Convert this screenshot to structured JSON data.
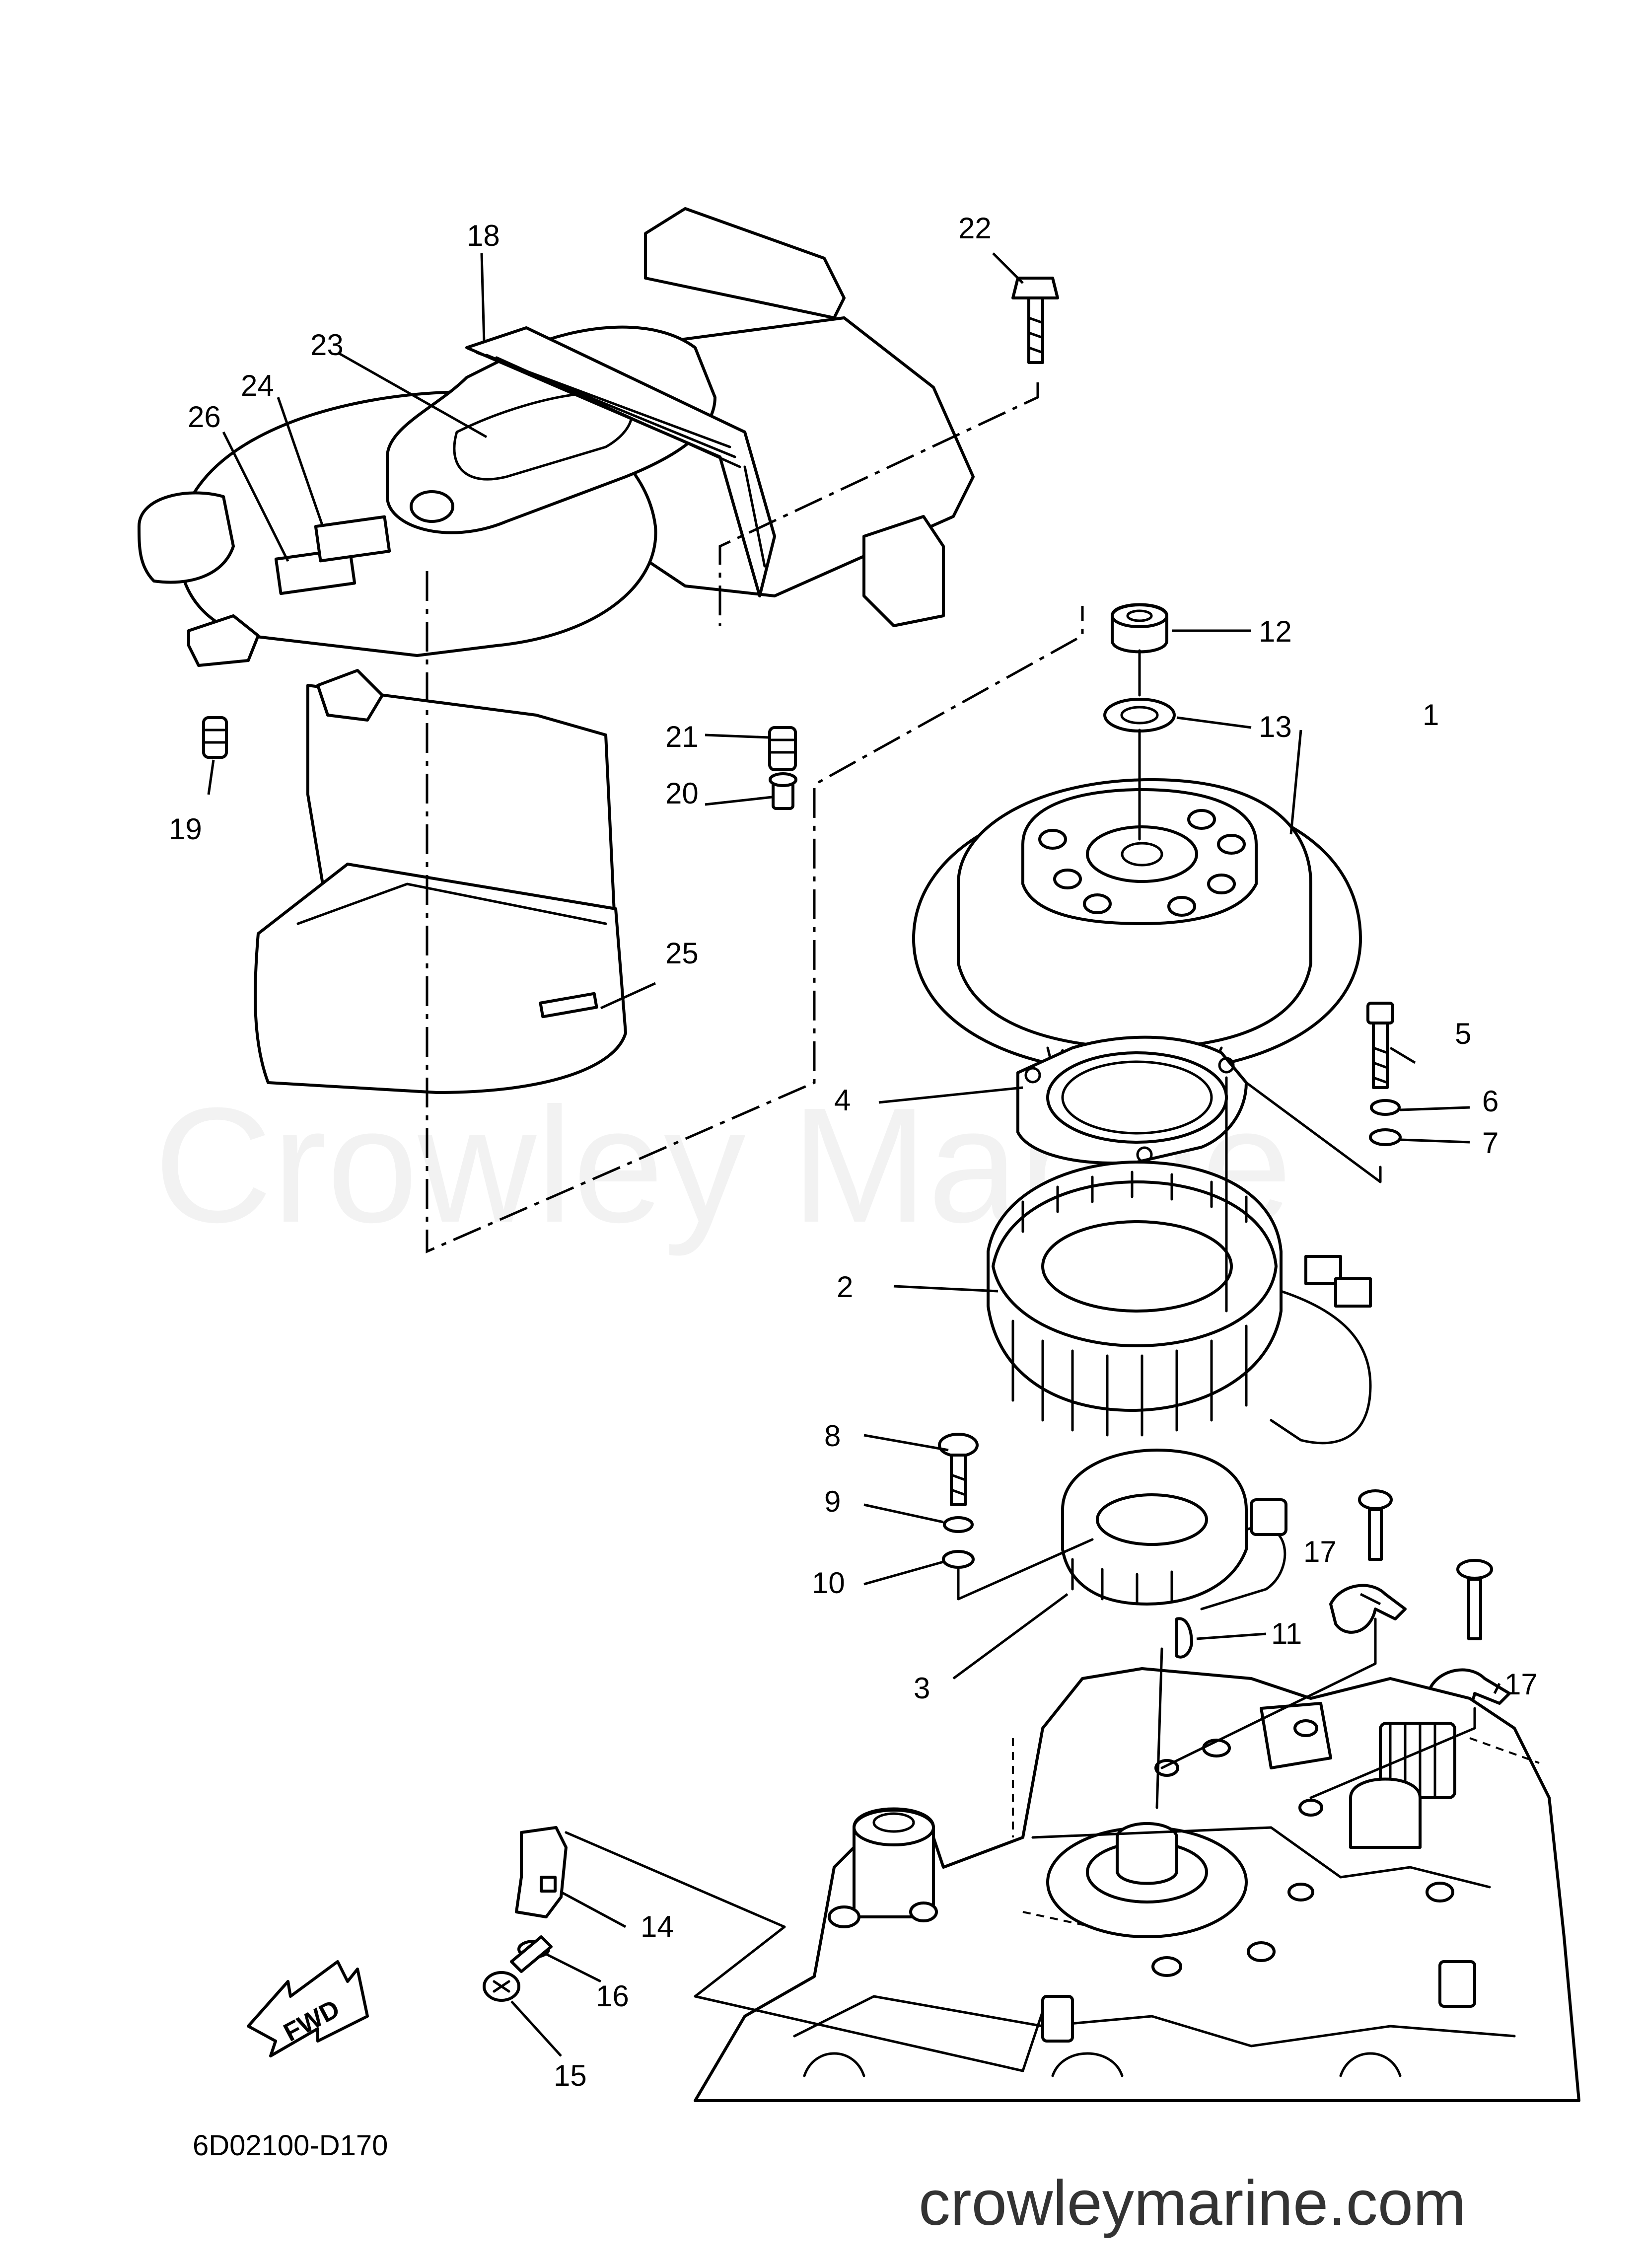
{
  "diagram": {
    "part_numbers": [
      "1",
      "2",
      "3",
      "4",
      "5",
      "6",
      "7",
      "8",
      "9",
      "10",
      "11",
      "12",
      "13",
      "14",
      "15",
      "16",
      "17",
      "17",
      "18",
      "19",
      "20",
      "21",
      "22",
      "23",
      "24",
      "25",
      "26"
    ],
    "diagram_code": "6D02100-D170",
    "fwd_label": "FWD",
    "watermark": "Crowley Marine",
    "site_url": "crowleymarine.com"
  }
}
